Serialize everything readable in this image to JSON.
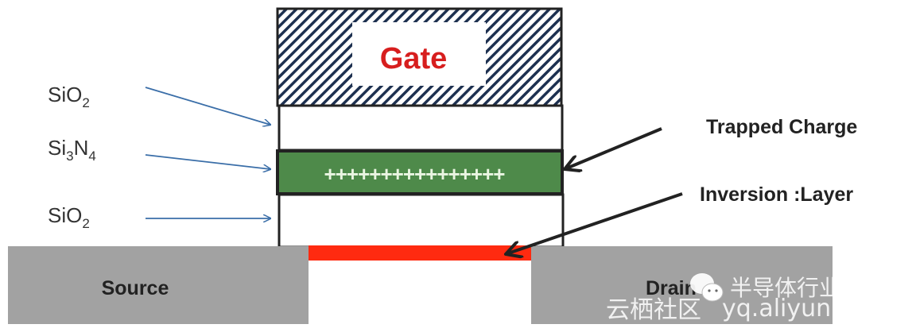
{
  "gate": {
    "label": "Gate",
    "color": "#d71e1e"
  },
  "layers": {
    "top_oxide": {
      "label": "SiO",
      "sub": "2"
    },
    "nitride": {
      "label_a": "Si",
      "sub_a": "3",
      "label_b": "N",
      "sub_b": "4",
      "charges": "++++++++++++++++",
      "color": "#4e8a4a"
    },
    "bottom_oxide": {
      "label": "SiO",
      "sub": "2"
    }
  },
  "annotations": {
    "trapped_charge": "Trapped Charge",
    "inversion_layer": "Inversion :Layer"
  },
  "regions": {
    "source": "Source",
    "drain": "Drain",
    "channel_color": "#ff2a10",
    "substrate_color": "#a2a2a2"
  },
  "watermark": {
    "account": "半导体行业观察",
    "site_cn": "云栖社区",
    "site_url": "yq.aliyun.com"
  }
}
